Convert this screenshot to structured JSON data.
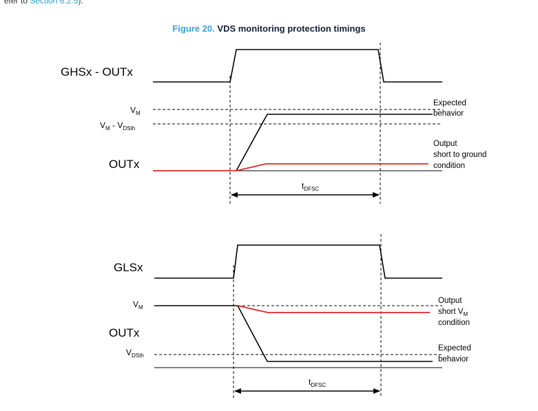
{
  "snippet": {
    "prefix": "efer to ",
    "link": "Section 6.2.5",
    "suffix": ")."
  },
  "figure": {
    "label": "Figure 20.",
    "name": "VDS monitoring protection timings"
  },
  "top": {
    "signal1": "GHSx - OUTx",
    "vm": {
      "main": "V",
      "sub": "M"
    },
    "vmvds": {
      "a": "V",
      "a_sub": "M",
      "mid": " - V",
      "b_sub": "DSth"
    },
    "signal2": "OUTx",
    "expected": [
      "Expected",
      "behavior"
    ],
    "short": [
      "Output",
      "short to ground",
      "condition"
    ],
    "time": {
      "main": "t",
      "sub": "DFSC"
    }
  },
  "bottom": {
    "signal1": "GLSx",
    "vm": {
      "main": "V",
      "sub": "M"
    },
    "signal2": "OUTx",
    "vdsth": {
      "main": "V",
      "sub": "DSth"
    },
    "short": {
      "line1": "Output",
      "line2_main": "short V",
      "line2_sub": "M",
      "line3": "condition"
    },
    "expected": [
      "Expected",
      "behavior"
    ],
    "time": {
      "main": "t",
      "sub": "DFSC"
    }
  },
  "colors": {
    "fault": "#e0262b",
    "signal": "#000000",
    "figure_label": "#3aa0d6",
    "figure_name": "#12203a"
  }
}
